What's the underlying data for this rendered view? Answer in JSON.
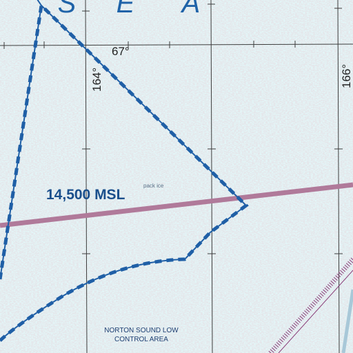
{
  "sea_letters": [
    "S",
    "E",
    "A"
  ],
  "altitude_label": "14,500 MSL",
  "ice_label": "pack ice",
  "latitude_label": "67°",
  "longitude_labels": [
    "164°",
    "166°"
  ],
  "airspace_label_lines": [
    "NORTON SOUND LOW",
    "CONTROL AREA"
  ],
  "colors": {
    "water": "#e3f5f7",
    "ice_texture": "#d3d6dc",
    "grid": "#3d3d3d",
    "boundary": "#1f5fa6",
    "airway": "#b07a9a",
    "dotted_boundary": "#8a3d78",
    "text_blue": "#1a4f8c"
  },
  "icons": {
    "airspace_boundary": "dashed-blue-line-icon",
    "airway": "magenta-airway-line-icon",
    "dotted_boundary": "dotted-purple-boundary-icon"
  }
}
